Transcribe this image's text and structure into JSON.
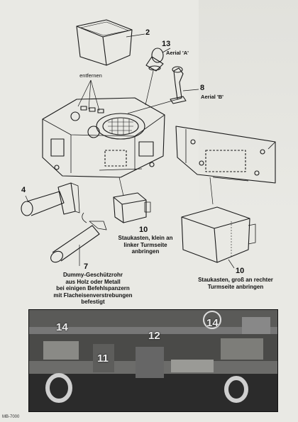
{
  "parts": {
    "p2": "2",
    "p13": "13",
    "aerial_a": "Aerial 'A'",
    "entfernen": "entfernen",
    "p8": "8",
    "aerial_b": "Aerial 'B'",
    "p4": "4",
    "p10_left": "10",
    "staukasten_klein": [
      "Staukasten, klein an",
      "linker Turmseite",
      "anbringen"
    ],
    "p7": "7",
    "dummy": [
      "Dummy-Geschützrohr",
      "aus Holz oder Metall",
      "bei einigen Befehlspanzern",
      "mit Flacheisenverstrebungen",
      "befestigt"
    ],
    "p10_right": "10",
    "staukasten_gross": [
      "Staukasten, groß an rechter",
      "Turmseite anbringen"
    ]
  },
  "photo": {
    "n14_left": "14",
    "n12": "12",
    "n14_right": "14",
    "n11": "11"
  },
  "footer": "MB-7000"
}
